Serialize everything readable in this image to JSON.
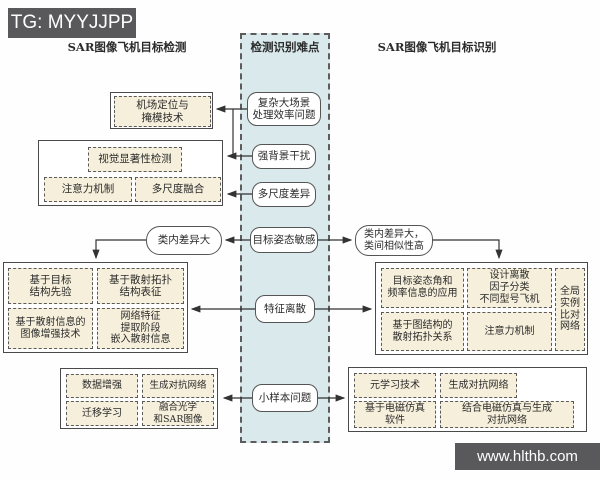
{
  "tag_label": "TG: MYYJJPP",
  "watermark": "www.hlthb.com",
  "titles": {
    "detection": "SAR图像飞机目标检测",
    "difficulties": "检测识别难点",
    "recognition": "SAR图像飞机目标识别"
  },
  "difficulties": {
    "complex_scene": "复杂大场景\n处理效率问题",
    "strong_background": "强背景干扰",
    "multi_scale": "多尺度差异",
    "pose_sensitive": "目标姿态敏感",
    "feature_discrete": "特征离散",
    "small_sample": "小样本问题"
  },
  "detection": {
    "airport_masking": "机场定位与\n掩模技术",
    "visual_saliency": "视觉显著性检测",
    "attention": "注意力机制",
    "multiscale_fusion": "多尺度融合",
    "intra_class_variance": "类内差异大",
    "target_structure_prior": "基于目标\n结构先验",
    "scatter_topology": "基于散射拓扑\n结构表征",
    "scatter_info_enhance": "基于散射信息的\n图像增强技术",
    "network_feature_embed": "网络特征\n提取阶段\n嵌入散射信息",
    "data_augmentation": "数据增强",
    "gan": "生成对抗网络",
    "transfer_learning": "迁移学习",
    "optical_sar_fusion": "融合光学\n和SAR图像"
  },
  "recognition": {
    "intra_inter_class": "类内差异大，\n类间相似性高",
    "pose_frequency": "目标姿态角和\n频率信息的应用",
    "discrete_factor": "设计离散\n因子分类\n不同型号飞机",
    "global_instance_network": "全局\n实例\n比对\n网络",
    "graph_scatter_topology": "基于图结构的\n散射拓扑关系",
    "attention": "注意力机制",
    "meta_learning": "元学习技术",
    "gan": "生成对抗网络",
    "em_simulation": "基于电磁仿真\n软件",
    "em_gan_combined": "结合电磁仿真与生成\n对抗网络"
  },
  "colors": {
    "column_fill": "#d9e9ec",
    "method_fill": "#f6efdb",
    "bar_background": "#59595b",
    "line_color": "#333333"
  }
}
